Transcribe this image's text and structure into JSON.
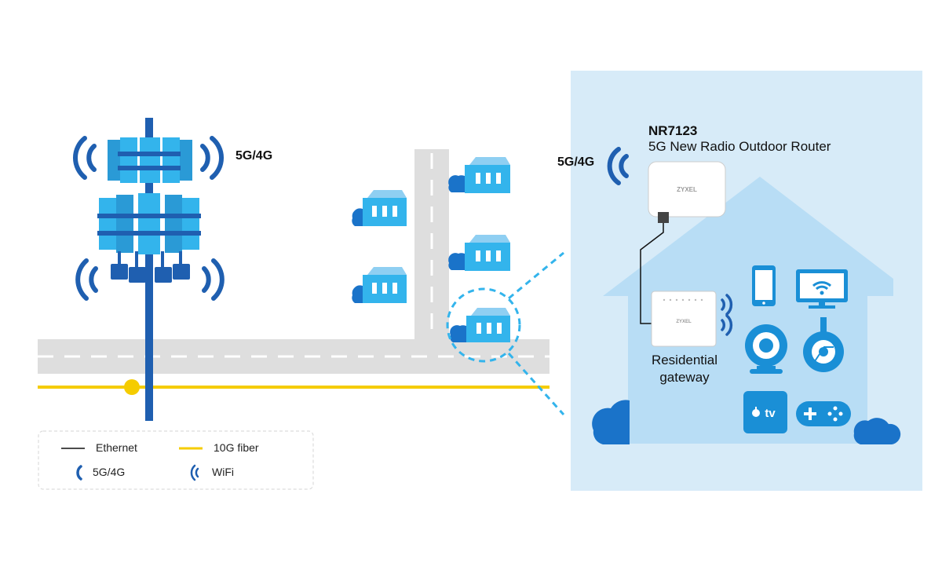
{
  "tower": {
    "band_label": "5G/4G"
  },
  "router": {
    "band_label": "5G/4G",
    "model": "NR7123",
    "description": "5G New Radio Outdoor Router",
    "brand": "ZYXEL"
  },
  "gateway": {
    "brand": "ZYXEL",
    "label_line1": "Residential",
    "label_line2": "gateway"
  },
  "devices": {
    "apple_tv_text": "tv"
  },
  "legend": {
    "ethernet": "Ethernet",
    "fiber": "10G fiber",
    "cellular": "5G/4G",
    "wifi": "WiFi"
  },
  "colors": {
    "tower_blue": "#1f5fb0",
    "antenna_blue": "#33b4ec",
    "fiber_yellow": "#f5cc00",
    "road_gray": "#dedede",
    "house_panel": "#d7ebf8",
    "house_body": "#b8ddf5",
    "cloud_blue": "#1a73c9"
  }
}
